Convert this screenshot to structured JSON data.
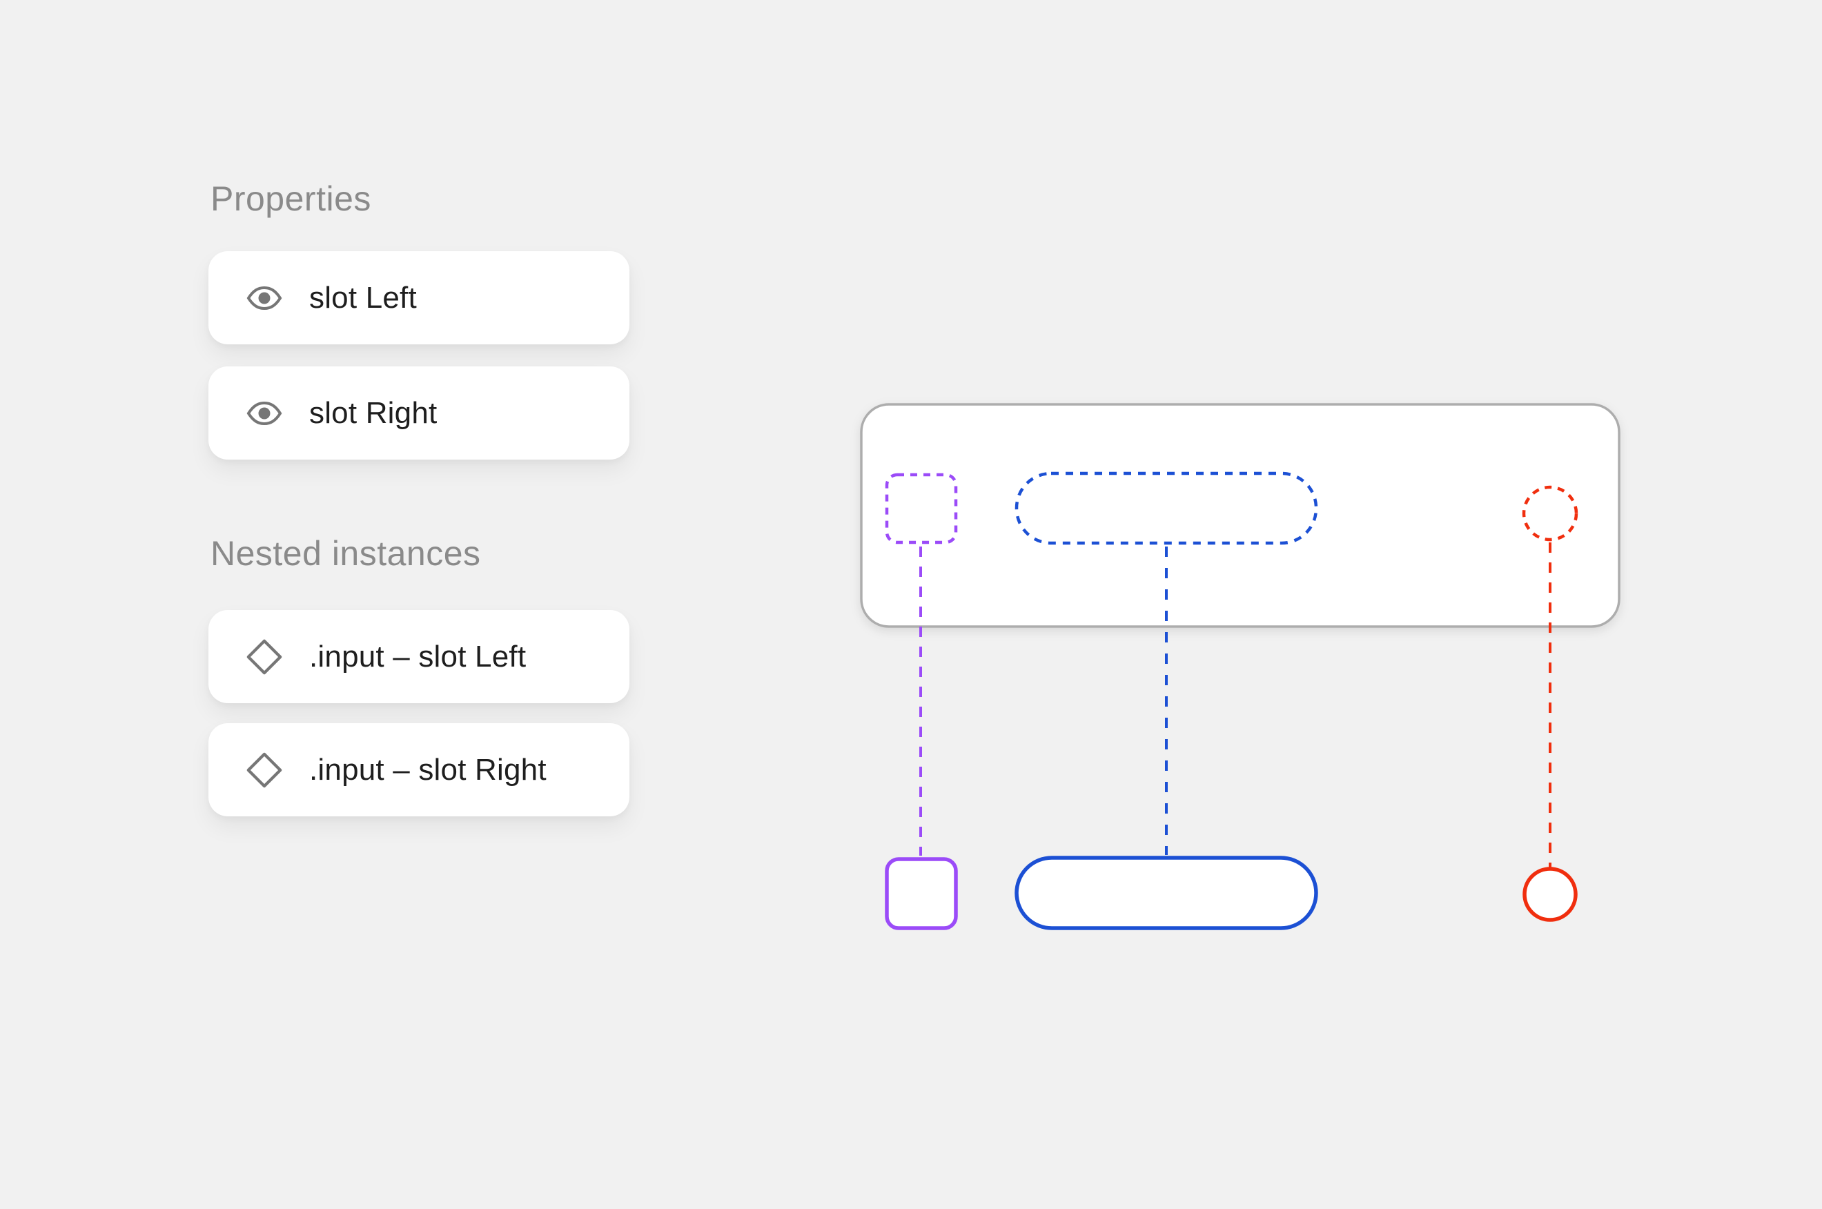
{
  "colors": {
    "background": "#F1F1F1",
    "card_background": "#FFFFFF",
    "heading_text": "#8A8A8A",
    "label_text": "#1E1E1E",
    "icon_gray": "#767676",
    "frame_border": "#ADADAD",
    "frame_fill": "#FFFFFF",
    "purple": "#9B4BF8",
    "blue": "#1C50D4",
    "red": "#F02E0E"
  },
  "panel": {
    "sections": [
      {
        "heading": "Properties",
        "items": [
          {
            "icon": "eye-icon",
            "label": "slot Left"
          },
          {
            "icon": "eye-icon",
            "label": "slot Right"
          }
        ]
      },
      {
        "heading": "Nested instances",
        "items": [
          {
            "icon": "diamond-icon",
            "label": ".input – slot Left"
          },
          {
            "icon": "diamond-icon",
            "label": ".input – slot Right"
          }
        ]
      }
    ]
  },
  "diagram": {
    "connections": [
      {
        "name": "slot-left",
        "shape": "rounded-square",
        "color": "#9B4BF8",
        "style": "dashed-placeholder-to-solid-source"
      },
      {
        "name": "input-nested-instance",
        "shape": "pill",
        "color": "#1C50D4",
        "style": "dashed-placeholder-to-solid-source"
      },
      {
        "name": "slot-right",
        "shape": "circle",
        "color": "#F02E0E",
        "style": "dashed-placeholder-to-solid-source"
      }
    ]
  }
}
